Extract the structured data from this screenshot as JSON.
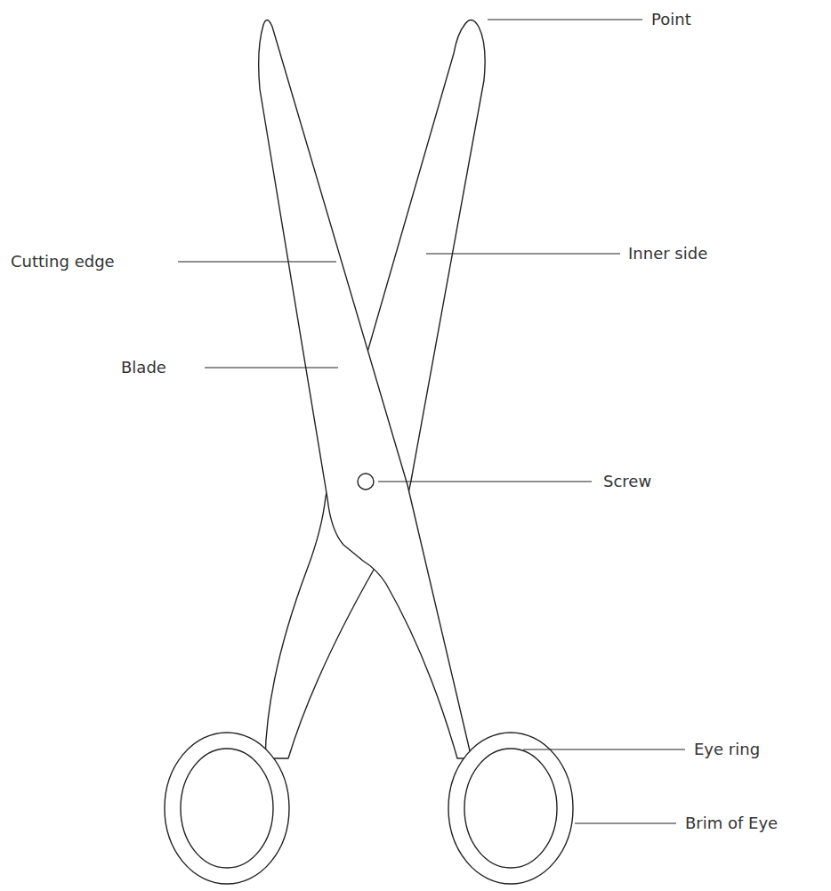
{
  "diagram": {
    "labels": [
      "Point",
      "Cutting edge",
      "Inner side",
      "Blade",
      "Screw",
      "Eye ring",
      "Brim of Eye"
    ]
  }
}
